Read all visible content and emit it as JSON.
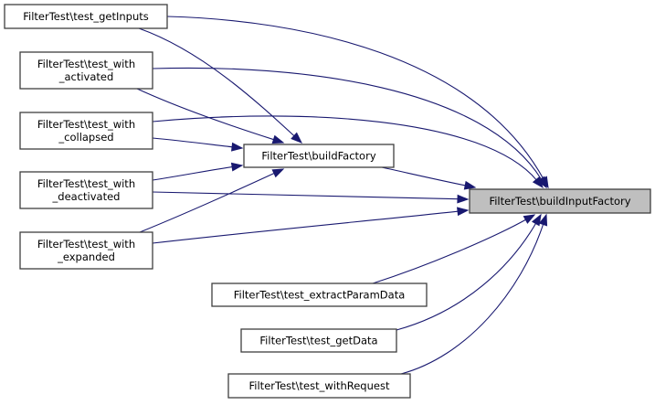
{
  "graph": {
    "type": "call-graph",
    "edge_color": "#191970",
    "focus_fill": "#bfbfbf",
    "nodes": [
      {
        "id": "getInputs",
        "lines": [
          "FilterTest\\test_getInputs"
        ]
      },
      {
        "id": "activated",
        "lines": [
          "FilterTest\\test_with",
          "_activated"
        ]
      },
      {
        "id": "collapsed",
        "lines": [
          "FilterTest\\test_with",
          "_collapsed"
        ]
      },
      {
        "id": "deactivated",
        "lines": [
          "FilterTest\\test_with",
          "_deactivated"
        ]
      },
      {
        "id": "expanded",
        "lines": [
          "FilterTest\\test_with",
          "_expanded"
        ]
      },
      {
        "id": "buildFactory",
        "lines": [
          "FilterTest\\buildFactory"
        ]
      },
      {
        "id": "buildInputFactory",
        "lines": [
          "FilterTest\\buildInputFactory"
        ],
        "focus": true
      },
      {
        "id": "extractParamData",
        "lines": [
          "FilterTest\\test_extractParamData"
        ]
      },
      {
        "id": "getData",
        "lines": [
          "FilterTest\\test_getData"
        ]
      },
      {
        "id": "withRequest",
        "lines": [
          "FilterTest\\test_withRequest"
        ]
      }
    ],
    "edges": [
      {
        "from": "getInputs",
        "to": "buildInputFactory"
      },
      {
        "from": "getInputs",
        "to": "buildFactory"
      },
      {
        "from": "activated",
        "to": "buildInputFactory"
      },
      {
        "from": "activated",
        "to": "buildFactory"
      },
      {
        "from": "collapsed",
        "to": "buildInputFactory"
      },
      {
        "from": "collapsed",
        "to": "buildFactory"
      },
      {
        "from": "deactivated",
        "to": "buildFactory"
      },
      {
        "from": "deactivated",
        "to": "buildInputFactory"
      },
      {
        "from": "expanded",
        "to": "buildFactory"
      },
      {
        "from": "expanded",
        "to": "buildInputFactory"
      },
      {
        "from": "buildFactory",
        "to": "buildInputFactory"
      },
      {
        "from": "extractParamData",
        "to": "buildInputFactory"
      },
      {
        "from": "getData",
        "to": "buildInputFactory"
      },
      {
        "from": "withRequest",
        "to": "buildInputFactory"
      }
    ]
  }
}
